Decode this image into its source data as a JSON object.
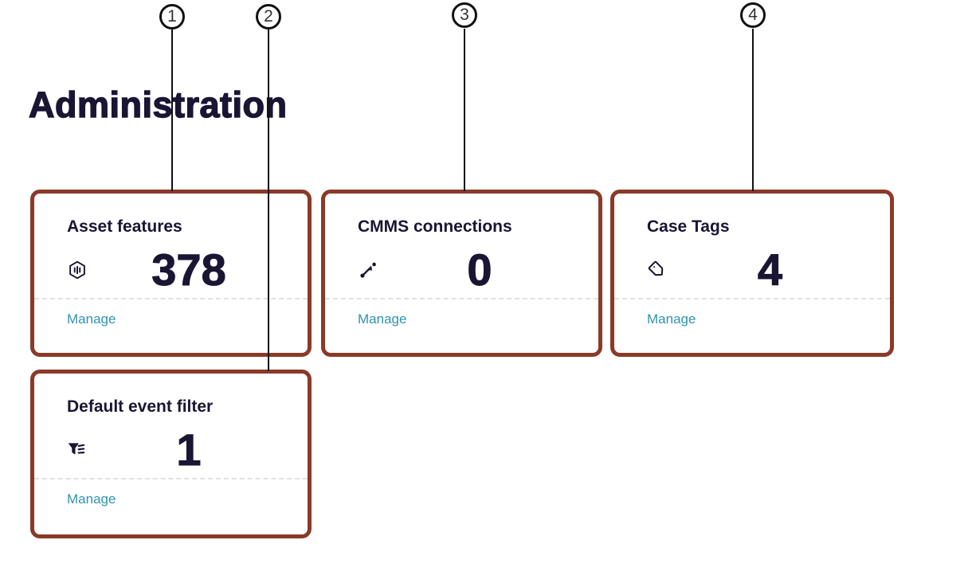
{
  "page": {
    "title": "Administration"
  },
  "colors": {
    "text_primary": "#1b1534",
    "link_teal": "#2f93b0",
    "annotation_border": "#8a3a28",
    "annotation_black": "#111111",
    "divider_gray": "#e0e0e0"
  },
  "callouts": [
    {
      "number": "1",
      "points_to": "Asset features tile"
    },
    {
      "number": "2",
      "points_to": "Default event filter tile"
    },
    {
      "number": "3",
      "points_to": "CMMS connections tile"
    },
    {
      "number": "4",
      "points_to": "Case Tags tile"
    }
  ],
  "cards": [
    {
      "title": "Asset features",
      "value": "378",
      "icon": "asset-hexagon-icon",
      "manage_label": "Manage"
    },
    {
      "title": "CMMS connections",
      "value": "0",
      "icon": "connection-arrow-icon",
      "manage_label": "Manage"
    },
    {
      "title": "Case Tags",
      "value": "4",
      "icon": "tag-icon",
      "manage_label": "Manage"
    },
    {
      "title": "Default event filter",
      "value": "1",
      "icon": "filter-icon",
      "manage_label": "Manage"
    }
  ]
}
